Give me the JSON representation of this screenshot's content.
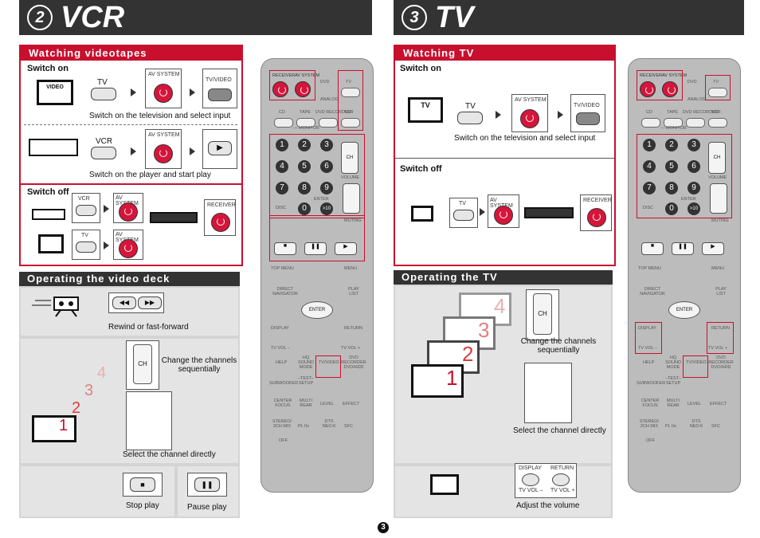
{
  "page_number": "3",
  "vcr": {
    "number": "2",
    "title": "VCR",
    "watching": {
      "heading": "Watching videotapes",
      "switch_on": "Switch on",
      "video_label": "VIDEO",
      "tv_btn": "TV",
      "av_system": "AV SYSTEM",
      "tv_video": "TV/VIDEO",
      "caption_tv": "Switch on the television and select input",
      "vcr_btn": "VCR",
      "caption_vcr": "Switch on the player and start play",
      "switch_off": "Switch off",
      "receiver": "RECEIVER"
    },
    "operating": {
      "heading": "Operating the video deck",
      "rewind_caption": "Rewind or fast-forward",
      "channels_caption": "Change the channels sequentially",
      "ch": "CH",
      "select_caption": "Select the channel directly",
      "stop_caption": "Stop play",
      "pause_caption": "Pause play"
    }
  },
  "tv": {
    "number": "3",
    "title": "TV",
    "watching": {
      "heading": "Watching TV",
      "switch_on": "Switch on",
      "tv_label": "TV",
      "tv_btn": "TV",
      "av_system": "AV SYSTEM",
      "tv_video": "TV/VIDEO",
      "caption_on": "Switch on the television and select input",
      "switch_off": "Switch off",
      "receiver": "RECEIVER"
    },
    "operating": {
      "heading": "Operating the TV",
      "ch": "CH",
      "channels_caption": "Change the channels sequentially",
      "select_caption": "Select the channel directly",
      "display": "DISPLAY",
      "return": "RETURN",
      "tv_vol_minus": "TV VOL –",
      "tv_vol_plus": "TV VOL +",
      "volume_caption": "Adjust the volume"
    }
  },
  "remote": {
    "receiver": "RECEIVER",
    "av_system": "AV SYSTEM",
    "dvd": "DVD",
    "tv": "TV",
    "analog": "ANALOG",
    "cd": "CD",
    "tape": "TAPE",
    "dvd_recorder": "DVD RECORDER",
    "vcr": "VCR",
    "monitor": "— MONITOR",
    "ch": "CH",
    "volume": "VOLUME",
    "enter": "ENTER",
    "disc": "DISC",
    "ten": ">10",
    "muting": "MUTING",
    "top_menu": "TOP MENU",
    "menu": "MENU",
    "direct_navigator": "DIRECT NAVIGATOR",
    "play_list": "PLAY LIST",
    "display": "DISPLAY",
    "return": "RETURN",
    "tv_vol_minus": "TV VOL –",
    "tv_vol_plus": "TV VOL +",
    "help": "HELP",
    "hq_sound": "HQ SOUND MODE",
    "tv_video": "TV/VIDEO",
    "dvd_recorder_hdd": "DVD RECORDER DVD/HDD",
    "subwoofer": "SUBWOOFER",
    "test": "–TEST– SETUP",
    "center_focus": "CENTER FOCUS",
    "multi_rear": "MULTI REAR",
    "level": "LEVEL",
    "effect": "EFFECT",
    "stereo": "STEREO/ 2CH MIX",
    "pl": "PL IIx",
    "dts": "DTS NEO:6",
    "sfc": "SFC",
    "off": "OFF",
    "digits": [
      "1",
      "2",
      "3",
      "4",
      "5",
      "6",
      "7",
      "8",
      "9",
      "0"
    ]
  }
}
